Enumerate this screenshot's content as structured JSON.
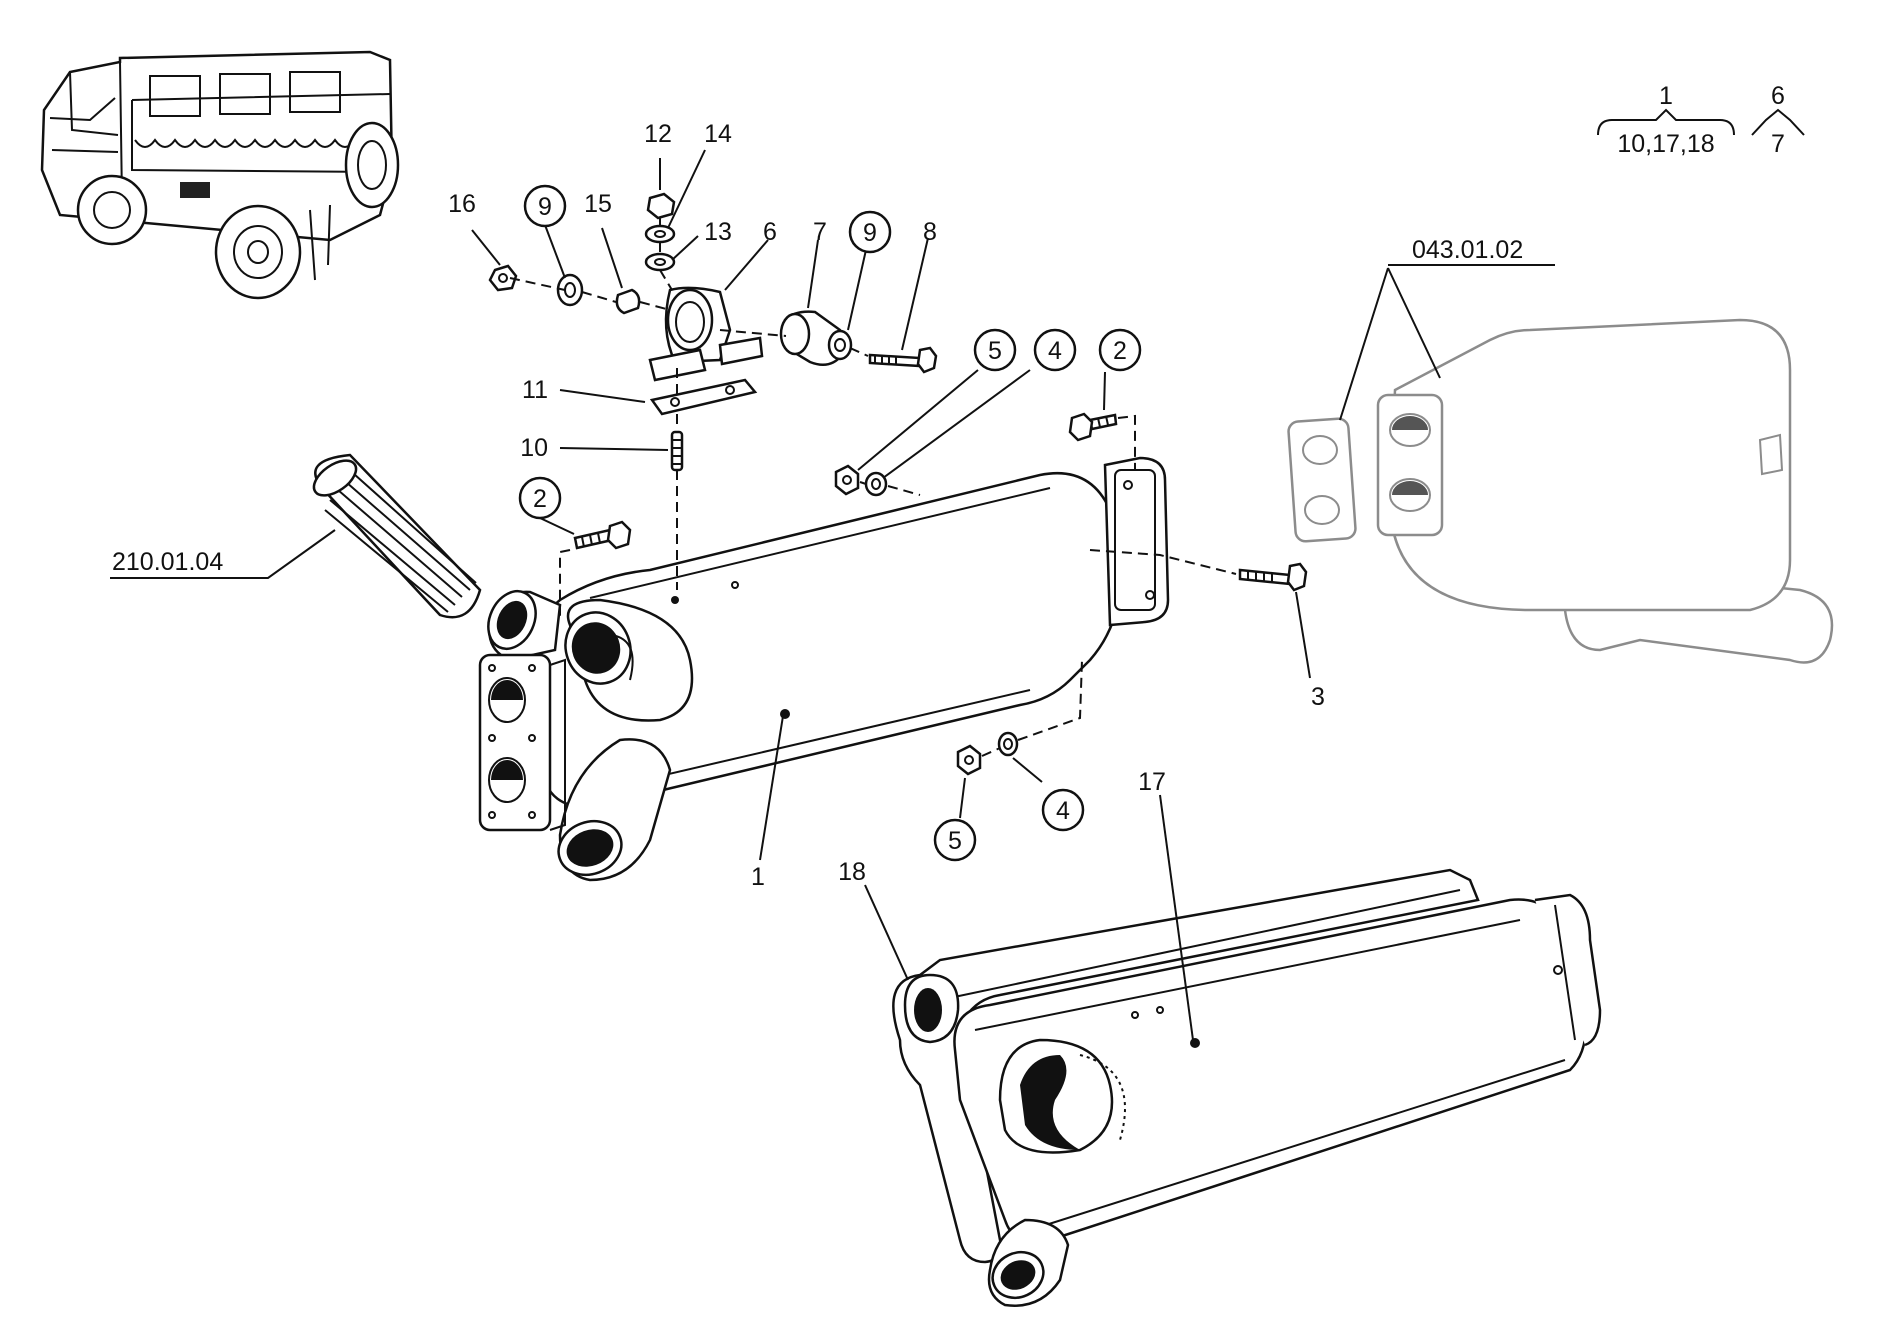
{
  "labels": {
    "l1": "1",
    "l2a": "2",
    "l2b": "2",
    "l3": "3",
    "l4a": "4",
    "l4b": "4",
    "l5a": "5",
    "l5b": "5",
    "l6": "6",
    "l7": "7",
    "l8": "8",
    "l9a": "9",
    "l9b": "9",
    "l10": "10",
    "l11": "11",
    "l12": "12",
    "l13": "13",
    "l14": "14",
    "l15": "15",
    "l16": "16",
    "l17": "17",
    "l18": "18",
    "ref_hose": "210.01.04",
    "ref_muffler": "043.01.02"
  },
  "legend": {
    "group1_top": "1",
    "group1_bottom": "10,17,18",
    "group2_top": "6",
    "group2_bottom": "7"
  }
}
